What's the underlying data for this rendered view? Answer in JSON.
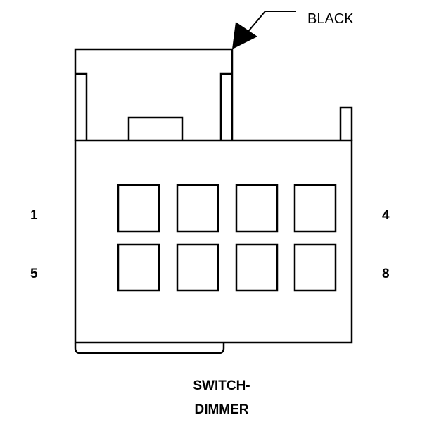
{
  "connector": {
    "color_callout": "BLACK",
    "cavity_count": 8,
    "pin_labels": {
      "top_left": "1",
      "top_right": "4",
      "bottom_left": "5",
      "bottom_right": "8"
    }
  },
  "caption": {
    "line1": "SWITCH-",
    "line2": "DIMMER"
  },
  "colors": {
    "line": "#000000",
    "background": "#ffffff"
  }
}
